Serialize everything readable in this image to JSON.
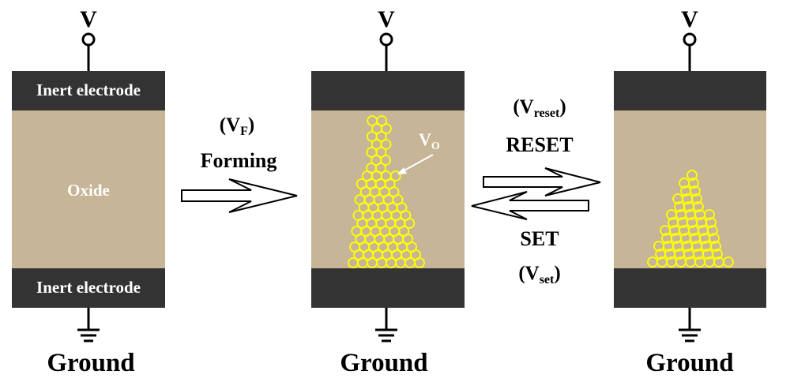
{
  "colors": {
    "electrode": "#333333",
    "oxide": "#c6b597",
    "vacancy": "#ffff00",
    "text": "#000000",
    "label_on_dark": "#ffffff",
    "background": "#ffffff"
  },
  "devices": [
    {
      "id": "pristine",
      "voltage_label": "V",
      "top_electrode_label": "Inert electrode",
      "middle_label": "Oxide",
      "bottom_electrode_label": "Inert electrode",
      "ground_label": "Ground"
    },
    {
      "id": "formed",
      "voltage_label": "V",
      "top_electrode_label": "",
      "middle_label": "",
      "bottom_electrode_label": "",
      "ground_label": "Ground",
      "vacancy_label": {
        "main": "V",
        "sub": "O"
      }
    },
    {
      "id": "reset",
      "voltage_label": "V",
      "top_electrode_label": "",
      "middle_label": "",
      "bottom_electrode_label": "",
      "ground_label": "Ground"
    }
  ],
  "transitions": {
    "forming": {
      "voltage": {
        "open": "(",
        "main": "V",
        "sub": "F",
        "close": ")"
      },
      "label": "Forming"
    },
    "reset": {
      "voltage": {
        "open": "(",
        "main": "V",
        "sub": "reset",
        "close": ")"
      },
      "label": "RESET"
    },
    "set": {
      "label": "SET",
      "voltage": {
        "open": "(",
        "main": "V",
        "sub": "set",
        "close": ")"
      }
    }
  }
}
